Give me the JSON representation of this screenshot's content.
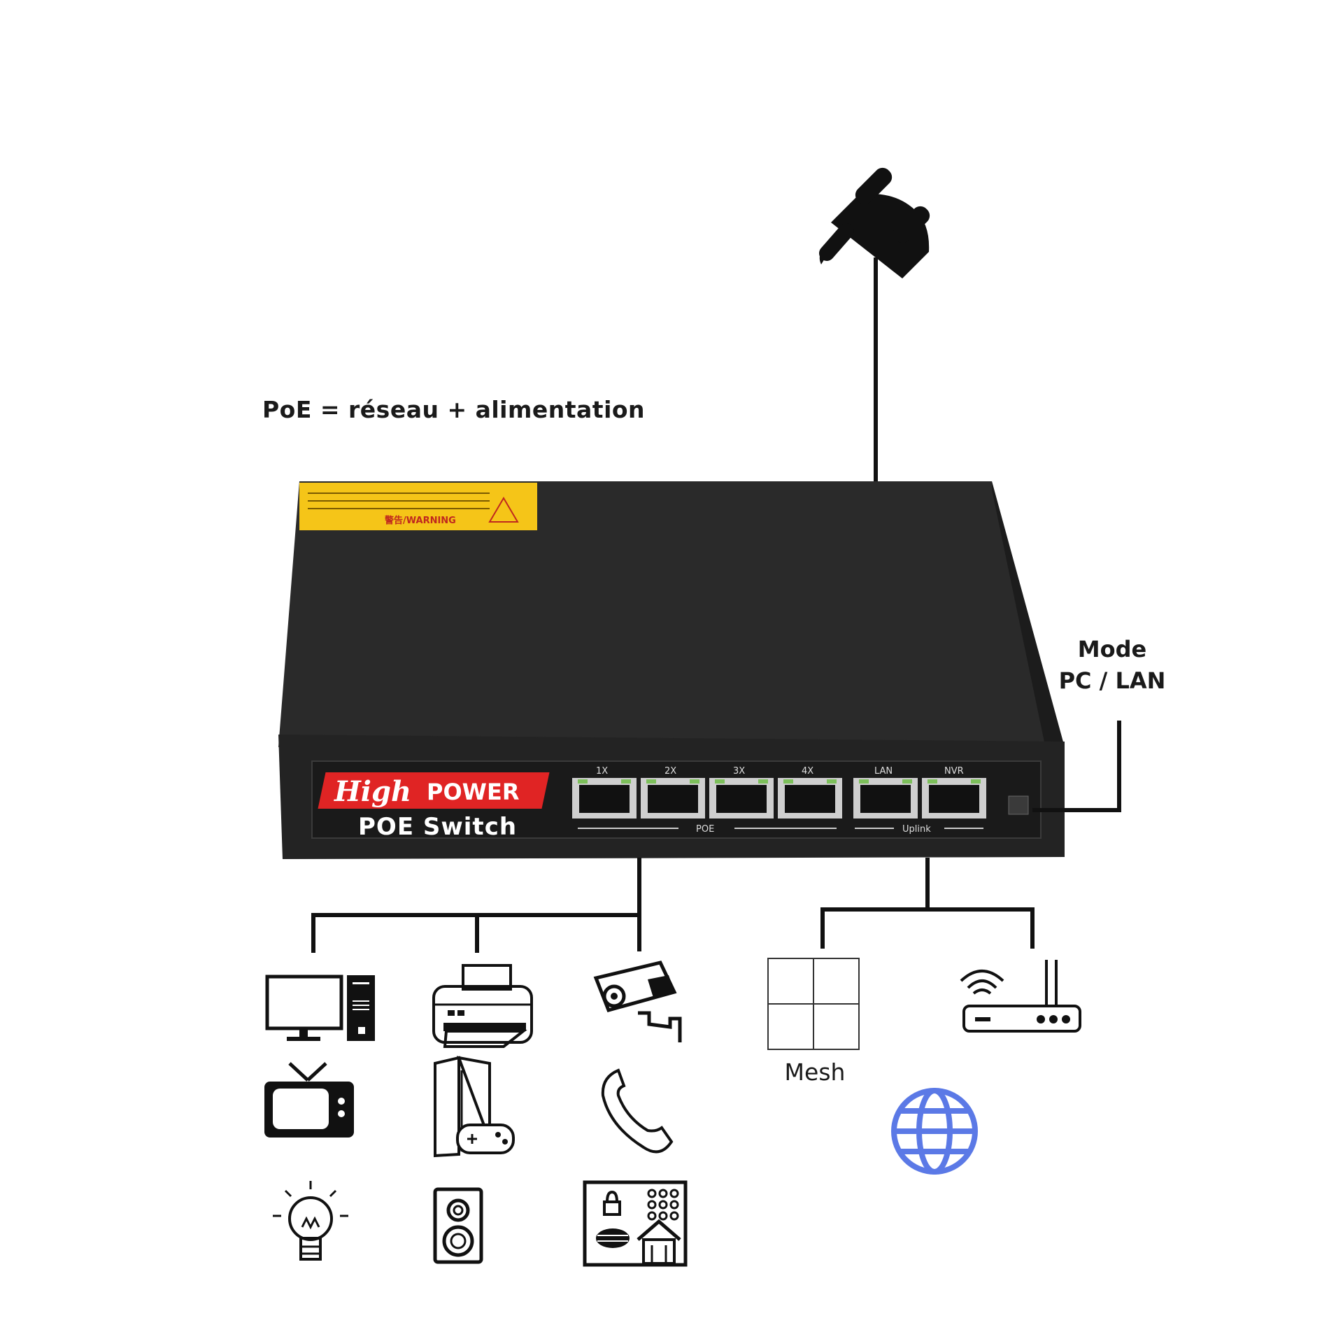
{
  "captions": {
    "poe_definition": "PoE = réseau + alimentation",
    "mode_line1": "Mode",
    "mode_line2": "PC / LAN",
    "mesh": "Mesh"
  },
  "switch": {
    "brand_high": "High",
    "brand_power": "POWER",
    "brand_model": "POE Switch",
    "warning_label": "警告/WARNING",
    "port_labels": [
      "1X",
      "2X",
      "3X",
      "4X",
      "LAN",
      "NVR"
    ],
    "poe_group_label": "POE",
    "uplink_group_label": "Uplink"
  },
  "colors": {
    "switch_body": "#232323",
    "warning_yellow": "#f5c518",
    "brand_red": "#e02424",
    "globe_blue": "#5b79e6"
  },
  "icons": {
    "power": "power-plug-icon",
    "poe_devices": [
      "desktop-computer-icon",
      "printer-icon",
      "security-camera-icon",
      "television-icon",
      "game-console-icon",
      "telephone-icon",
      "light-bulb-icon",
      "speaker-icon",
      "access-control-panel-icon"
    ],
    "uplink_devices": [
      "mesh-grid-icon",
      "wifi-router-icon",
      "globe-icon"
    ]
  }
}
